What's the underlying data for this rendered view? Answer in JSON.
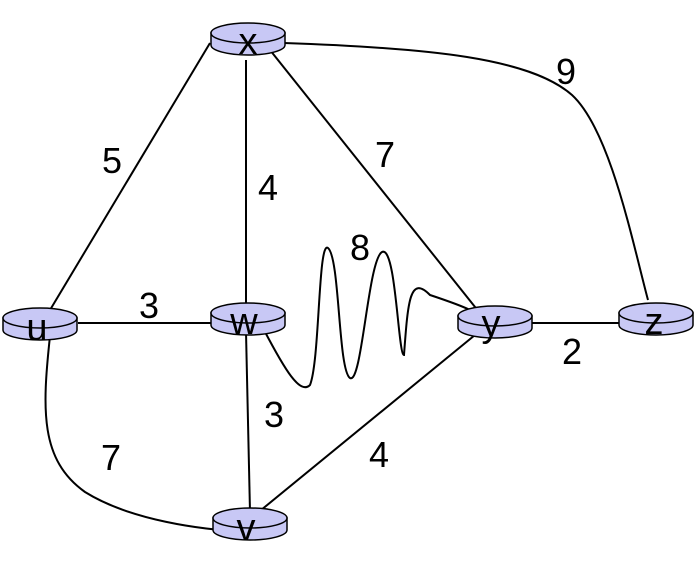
{
  "nodes": {
    "x": {
      "label": "x"
    },
    "u": {
      "label": "u"
    },
    "w": {
      "label": "w"
    },
    "y": {
      "label": "y"
    },
    "z": {
      "label": "z"
    },
    "v": {
      "label": "v"
    }
  },
  "edges": {
    "x_z": {
      "weight": "9"
    },
    "u_x": {
      "weight": "5"
    },
    "w_x": {
      "weight": "4"
    },
    "x_y": {
      "weight": "7"
    },
    "w_y": {
      "weight": "8"
    },
    "u_w": {
      "weight": "3"
    },
    "y_z": {
      "weight": "2"
    },
    "w_v": {
      "weight": "3"
    },
    "u_v": {
      "weight": "7"
    },
    "v_y": {
      "weight": "4"
    }
  },
  "colors": {
    "router_fill": "#c8c8f5",
    "line": "#000000"
  }
}
